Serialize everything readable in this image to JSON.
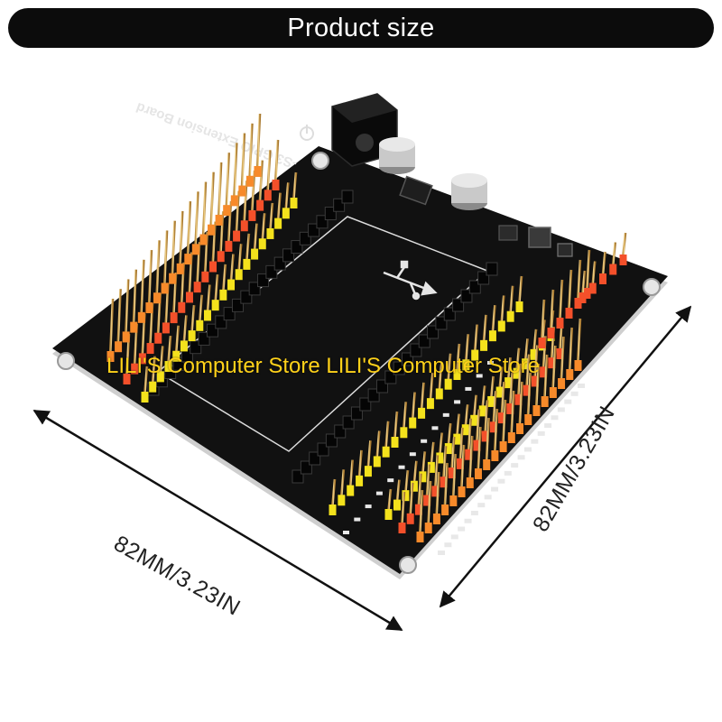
{
  "banner": {
    "title": "Product size"
  },
  "dimensions": {
    "width_label": "82MM/3.23IN",
    "depth_label": "82MM/3.23IN"
  },
  "watermark": {
    "text": "LILI'S Computer Store LILI'S Computer Store"
  },
  "board": {
    "silkscreen_title": "-S3 GPIO Extension Board",
    "icons": [
      "power-icon",
      "usb-icon"
    ]
  },
  "colors": {
    "banner_bg": "#0c0c0c",
    "pcb": "#111111",
    "pin_header_yellow": "#f4e21c",
    "pin_header_red": "#f4502a",
    "pin_header_orange": "#f78a2a",
    "watermark": "#ffd21a"
  }
}
